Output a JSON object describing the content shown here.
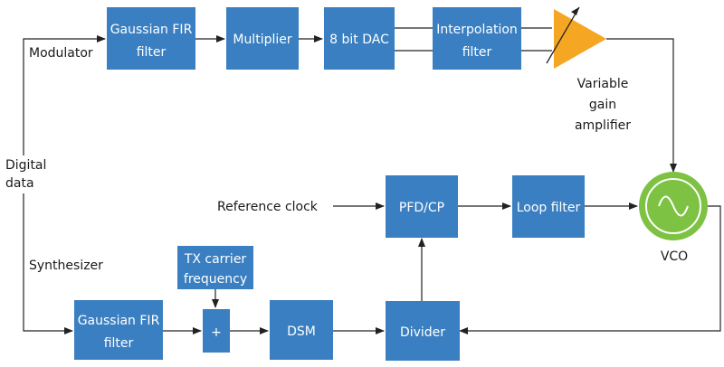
{
  "blocks": {
    "gaussian_fir_top": [
      "Gaussian FIR",
      "filter"
    ],
    "multiplier": [
      "Multiplier"
    ],
    "dac": [
      "8 bit DAC"
    ],
    "interpolation": [
      "Interpolation",
      "filter"
    ],
    "pfd_cp": [
      "PFD/CP"
    ],
    "loop_filter": [
      "Loop filter"
    ],
    "gaussian_fir_bottom": [
      "Gaussian FIR",
      "filter"
    ],
    "adder": [
      "+"
    ],
    "tx_carrier": [
      "TX carrier",
      "frequency"
    ],
    "dsm": [
      "DSM"
    ],
    "divider": [
      "Divider"
    ]
  },
  "labels": {
    "modulator": "Modulator",
    "digital_data": [
      "Digital",
      "data"
    ],
    "synthesizer": "Synthesizer",
    "reference_clock": "Reference clock",
    "vga": [
      "Variable",
      "gain",
      "amplifier"
    ],
    "vco": "VCO"
  },
  "colors": {
    "block": "#3a7fc1",
    "amplifier": "#f5a623",
    "vco_circle": "#7dc242",
    "wire": "#222222"
  },
  "icons": {
    "amplifier": "triangle-amplifier-icon",
    "vco": "sine-wave-icon"
  }
}
